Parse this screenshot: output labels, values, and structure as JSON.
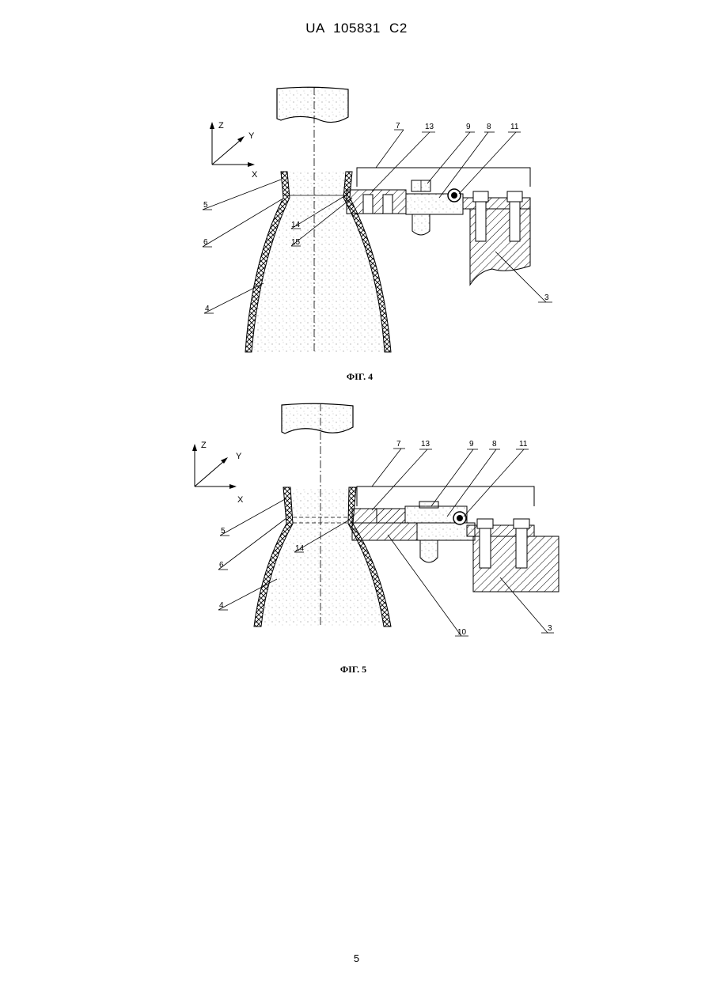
{
  "header": {
    "doc_id": "UA 105831 C2"
  },
  "figures": [
    {
      "caption": "ФІГ. 4",
      "axes": {
        "z": "Z",
        "y": "Y",
        "x": "X"
      },
      "labels": {
        "l7": "7",
        "l13": "13",
        "l9": "9",
        "l8": "8",
        "l11": "11",
        "l5": "5",
        "l6": "6",
        "l14": "14",
        "l15": "15",
        "l4": "4",
        "l3": "3"
      }
    },
    {
      "caption": "ФІГ. 5",
      "axes": {
        "z": "Z",
        "y": "Y",
        "x": "X"
      },
      "labels": {
        "l7": "7",
        "l13": "13",
        "l9": "9",
        "l8": "8",
        "l11": "11",
        "l5": "5",
        "l6": "6",
        "l14": "14",
        "l4": "4",
        "l10": "10",
        "l3": "3"
      }
    }
  ],
  "page": {
    "number": "5"
  }
}
